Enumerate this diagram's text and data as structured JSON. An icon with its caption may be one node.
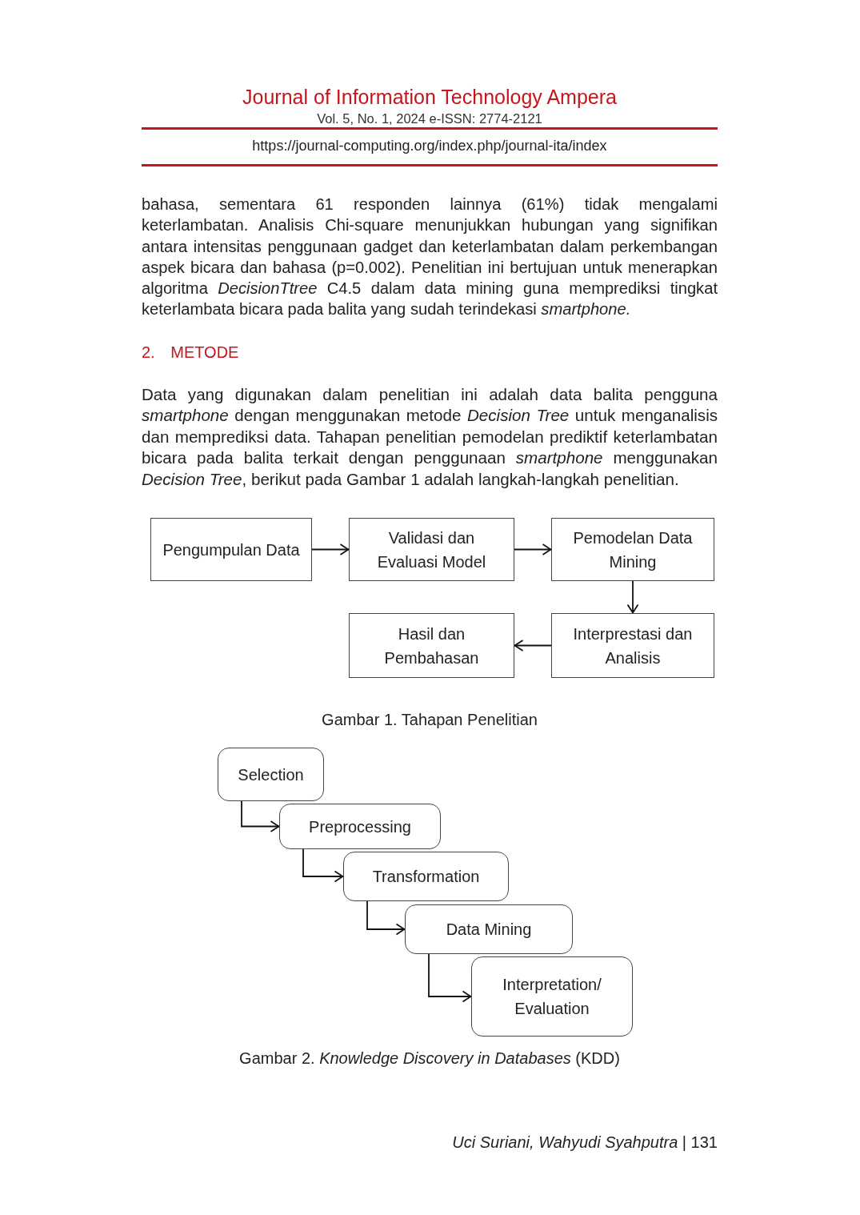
{
  "diagram": {
    "nodes": [
      {
        "text": [
          "Pengumpulan Data"
        ]
      },
      {
        "text": [
          "Validasi dan Evaluasi Model"
        ]
      },
      {
        "text": [
          "Pemodelan Data Mining"
        ]
      },
      {
        "text": [
          "Hasil dan Pembahasan"
        ]
      },
      {
        "text": [
          "Interprestasi dan Analisis"
        ]
      },
      {
        "text": [
          "Selection"
        ]
      },
      {
        "text": [
          "Preprocessing"
        ]
      },
      {
        "text": [
          "Transformation"
        ]
      },
      {
        "text": [
          "Data Mining"
        ]
      },
      {
        "text": [
          "Interpretation/ Evaluation"
        ]
      }
    ],
    "edges": [
      {
        "from": 0,
        "to": 1,
        "arrow": "to"
      },
      {
        "from": 1,
        "to": 2,
        "arrow": "to"
      },
      {
        "from": 2,
        "to": 4,
        "arrow": "to"
      },
      {
        "from": 4,
        "to": 3,
        "arrow": "to"
      },
      {
        "from": 5,
        "to": 6,
        "arrow": "to"
      },
      {
        "from": 6,
        "to": 7,
        "arrow": "to"
      },
      {
        "from": 7,
        "to": 8,
        "arrow": "to"
      },
      {
        "from": 8,
        "to": 9,
        "arrow": "to"
      }
    ],
    "labels": [
      "Journal of Information Technology Ampera",
      "Vol. 5, No. 1, 2024 e-ISSN: 2774-2121",
      "https://journal-computing.org/index.php/journal-ita/index",
      "bahasa, sementara 61 responden lainnya (61%) tidak mengalami keterlambatan. Analisis Chi-square menunjukkan hubungan yang signifikan antara intensitas penggunaan gadget dan keterlambatan dalam perkembangan aspek bicara dan bahasa (p=0.002). Penelitian ini bertujuan untuk menerapkan algoritma *DecisionTtree* C4.5 dalam data mining guna memprediksi tingkat keterlambata bicara pada balita yang sudah terindekasi *smartphone.*",
      "2. METODE",
      "Data yang digunakan dalam penelitian ini adalah data balita pengguna *smartphone* dengan menggunakan metode *Decision Tree* untuk menganalisis dan memprediksi data. Tahapan penelitian pemodelan prediktif keterlambatan bicara pada balita terkait dengan penggunaan *smartphone* menggunakan *Decision Tree*, berikut pada Gambar 1 adalah langkah-langkah penelitian.",
      "Gambar 1. Tahapan Penelitian",
      "Gambar 2. *Knowledge Discovery in Databases* (KDD)",
      "*Uci Suriani, Wahyudi Syahputra* | 131"
    ]
  }
}
